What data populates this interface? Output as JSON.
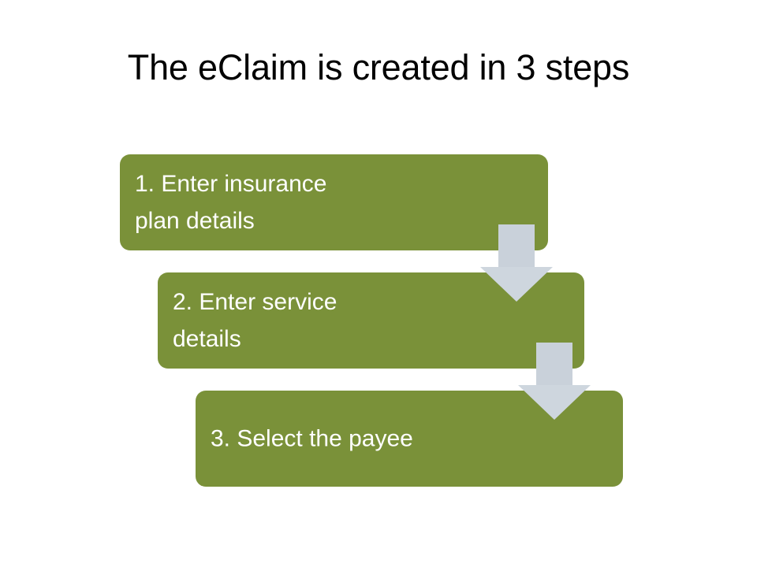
{
  "slide": {
    "title": "The eClaim is created in 3 steps",
    "background_color": "#FFFFFF",
    "title_color": "#000000"
  },
  "theme": {
    "box_color": "#7A9139",
    "box_text_color": "#FFFFFF",
    "arrow_color": "#C9D1DA"
  },
  "steps": [
    {
      "number": "1",
      "label": "1. Enter insurance\nplan details",
      "align": "top"
    },
    {
      "number": "2",
      "label": "2. Enter service\ndetails",
      "align": "top"
    },
    {
      "number": "3",
      "label": "3. Select the payee",
      "align": "middle"
    }
  ],
  "connectors": [
    {
      "name": "step-1-to-step-2",
      "direction": "down"
    },
    {
      "name": "step-2-to-step-3",
      "direction": "down"
    }
  ]
}
